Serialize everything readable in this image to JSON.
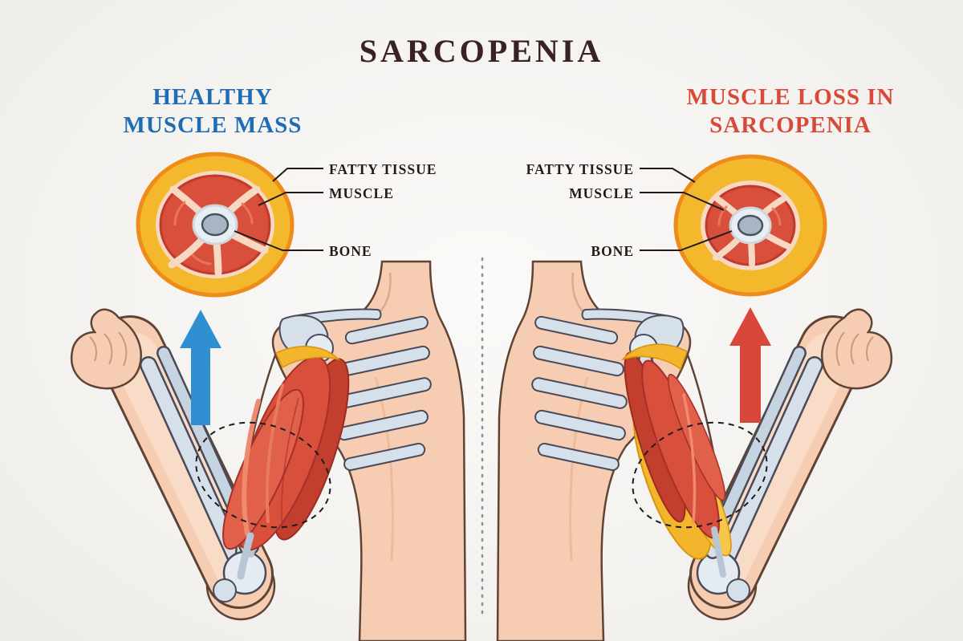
{
  "title": "SARCOPENIA",
  "left_panel": {
    "heading_line1": "HEALTHY",
    "heading_line2": "MUSCLE MASS",
    "heading_color": "#1d6cb5",
    "arrow_color": "#2f8fd1",
    "labels": {
      "fatty_tissue": "FATTY TISSUE",
      "muscle": "MUSCLE",
      "bone": "BONE"
    }
  },
  "right_panel": {
    "heading_line1": "MUSCLE LOSS IN",
    "heading_line2": "SARCOPENIA",
    "heading_color": "#d84a38",
    "arrow_color": "#d9473a",
    "labels": {
      "fatty_tissue": "FATTY TISSUE",
      "muscle": "MUSCLE",
      "bone": "BONE"
    }
  },
  "legend_colors": {
    "fatty_tissue": "#f4b82d",
    "muscle": "#d8503c",
    "bone": "#a9b5c5",
    "skin": "#f6cdb2",
    "skeleton": "#d6e0ea",
    "title_text": "#3a2222",
    "background": "#f4f2f0"
  }
}
